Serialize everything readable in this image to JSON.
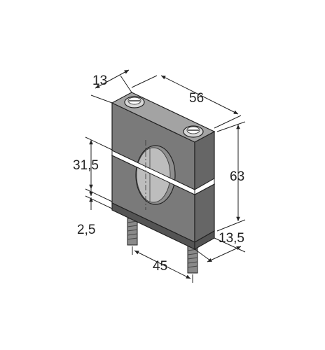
{
  "dimensions": {
    "thickness": "13",
    "width": "56",
    "height": "63",
    "upper_height": "31,5",
    "gap": "2,5",
    "bolt_spacing": "45",
    "depth": "13,5"
  },
  "colors": {
    "front_face": "#7a7a7a",
    "top_face": "#a3a3a3",
    "right_face": "#666666",
    "base_plate": "#545454",
    "outline": "#222222",
    "bolt_head": "#d8d8d8",
    "thread": "#8a8a8a"
  }
}
